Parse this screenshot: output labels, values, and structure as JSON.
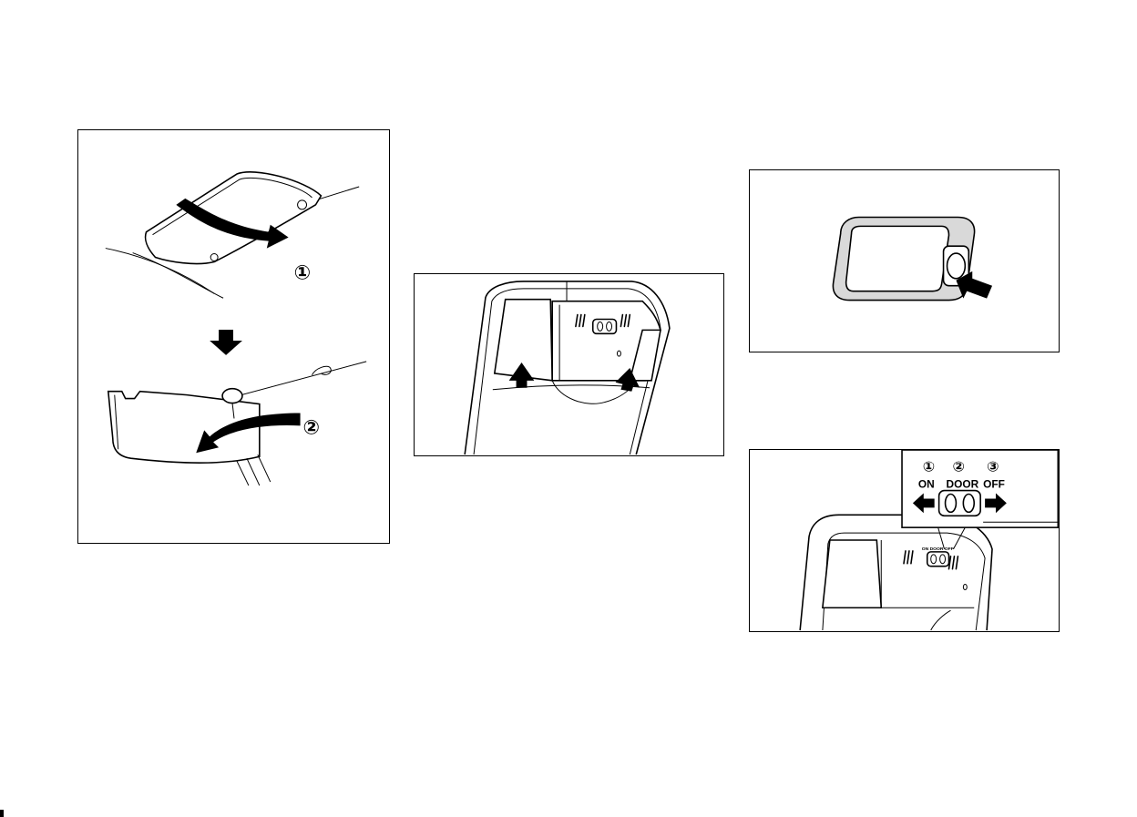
{
  "figures": {
    "sun_visor": {
      "step1": "①",
      "step2": "②"
    },
    "map_lights": {},
    "vanity_mirror_light": {},
    "room_light_switch": {
      "positions": [
        {
          "number": "①",
          "label": "ON"
        },
        {
          "number": "②",
          "label": "DOOR"
        },
        {
          "number": "③",
          "label": "OFF"
        }
      ],
      "small_label": "ON DOOR OFF"
    }
  }
}
